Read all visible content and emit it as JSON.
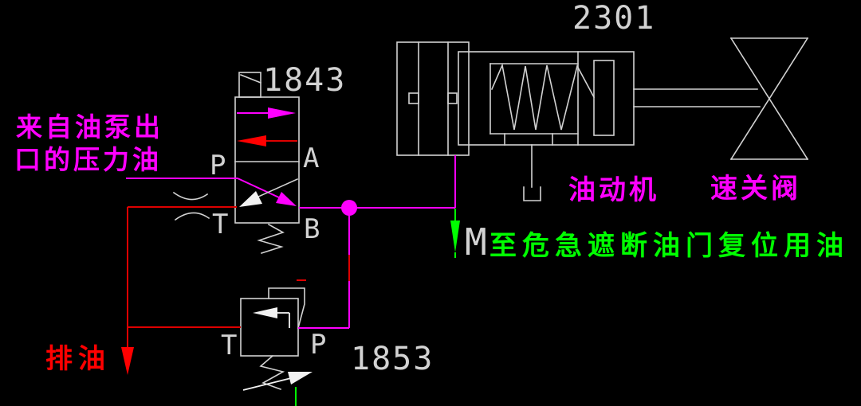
{
  "colors": {
    "background": "#000000",
    "gray": "#D2D2D2",
    "white": "#F2F2F2",
    "magenta": "#FF00FF",
    "red": "#FF0000",
    "red-line": "#DE0000",
    "green": "#00FF00"
  },
  "valve_1843": {
    "id": "1843",
    "port_p": "P",
    "port_a": "A",
    "port_t": "T",
    "port_b": "B"
  },
  "servomotor": {
    "id": "2301",
    "name": "油动机"
  },
  "quick_closing_valve": {
    "name": "速关阀"
  },
  "relief_valve_1853": {
    "id": "1853",
    "port_t": "T",
    "port_p": "P"
  },
  "annotations": {
    "supply_line_1": "来自油泵出",
    "supply_line_2": "口的压力油",
    "drain": "排油",
    "m_note_prefix": "M",
    "m_note_text": "至危急遮断油门复位用油"
  }
}
